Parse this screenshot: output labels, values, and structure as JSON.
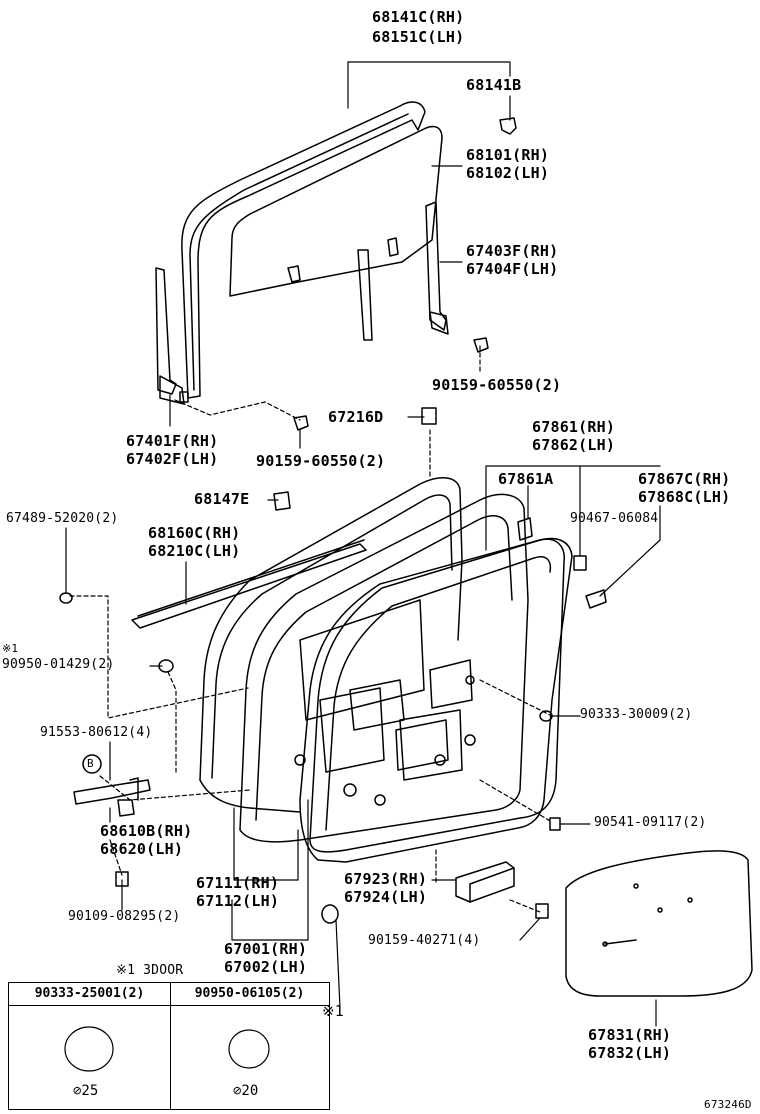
{
  "labels": {
    "p68141c_rh": "68141C(RH)",
    "p68151c_lh": "68151C(LH)",
    "p68141b": "68141B",
    "p68101_rh": "68101(RH)",
    "p68102_lh": "68102(LH)",
    "p67403f_rh": "67403F(RH)",
    "p67404f_lh": "67404F(LH)",
    "p90159_60550_a": "90159-60550(2)",
    "p67216d": "67216D",
    "p67401f_rh": "67401F(RH)",
    "p67402f_lh": "67402F(LH)",
    "p90159_60550_b": "90159-60550(2)",
    "p67861_rh": "67861(RH)",
    "p67862_lh": "67862(LH)",
    "p67861a": "67861A",
    "p67867c_rh": "67867C(RH)",
    "p67868c_lh": "67868C(LH)",
    "p68147e": "68147E",
    "p67489": "67489-52020(2)",
    "p68160c_rh": "68160C(RH)",
    "p68210c_lh": "68210C(LH)",
    "p90467": "90467-06084",
    "note1_mark": "※1",
    "p90950_01429": "90950-01429(2)",
    "p90333_30009": "90333-30009(2)",
    "p91553": "91553-80612(4)",
    "marker_b": "B",
    "p90541": "90541-09117(2)",
    "p68610b_rh": "68610B(RH)",
    "p68620_lh": "68620(LH)",
    "p67111_rh": "67111(RH)",
    "p67112_lh": "67112(LH)",
    "p67923_rh": "67923(RH)",
    "p67924_lh": "67924(LH)",
    "p90109": "90109-08295(2)",
    "p90159_40271": "90159-40271(4)",
    "p67001_rh": "67001(RH)",
    "p67002_lh": "67002(LH)",
    "note1_3door": "※1  3DOOR",
    "note1_ref": "※1",
    "p67831_rh": "67831(RH)",
    "p67832_lh": "67832(LH)",
    "diagram_code": "673246D"
  },
  "table": {
    "col1_header": "90333-25001(2)",
    "col2_header": "90950-06105(2)",
    "col1_size": "⊘25",
    "col2_size": "⊘20"
  }
}
